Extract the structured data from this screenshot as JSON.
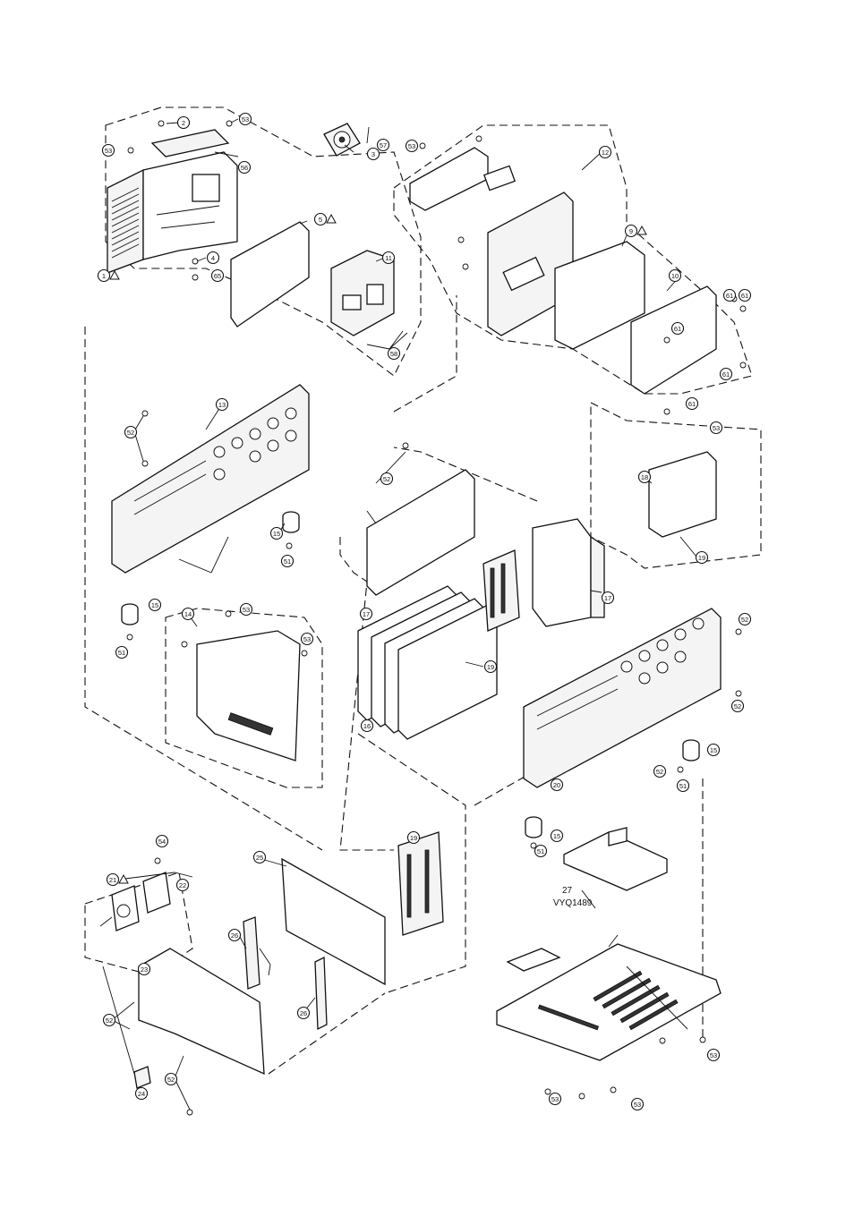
{
  "diagram": {
    "callouts": [
      {
        "id": "c1",
        "label": "1",
        "warn": true
      },
      {
        "id": "c2",
        "label": "2"
      },
      {
        "id": "c3",
        "label": "3"
      },
      {
        "id": "c4",
        "label": "4"
      },
      {
        "id": "c5",
        "label": "5",
        "warn": true
      },
      {
        "id": "c6",
        "label": "9",
        "warn": true
      },
      {
        "id": "c7",
        "label": "10"
      },
      {
        "id": "c8",
        "label": "11"
      },
      {
        "id": "c9",
        "label": "12"
      },
      {
        "id": "c10",
        "label": "13"
      },
      {
        "id": "c11",
        "label": "14"
      },
      {
        "id": "c12",
        "label": "15"
      },
      {
        "id": "c13",
        "label": "15"
      },
      {
        "id": "c14",
        "label": "15"
      },
      {
        "id": "c15",
        "label": "15"
      },
      {
        "id": "c16",
        "label": "16"
      },
      {
        "id": "c17",
        "label": "17"
      },
      {
        "id": "c18",
        "label": "17"
      },
      {
        "id": "c19",
        "label": "18"
      },
      {
        "id": "c20",
        "label": "19"
      },
      {
        "id": "c21",
        "label": "19"
      },
      {
        "id": "c22",
        "label": "19"
      },
      {
        "id": "c23",
        "label": "20"
      },
      {
        "id": "c24",
        "label": "21",
        "warn": true
      },
      {
        "id": "c25",
        "label": "22"
      },
      {
        "id": "c26",
        "label": "23"
      },
      {
        "id": "c27",
        "label": "24"
      },
      {
        "id": "c28",
        "label": "25"
      },
      {
        "id": "c29",
        "label": "26"
      },
      {
        "id": "c30",
        "label": "26"
      },
      {
        "id": "c31",
        "label": "51"
      },
      {
        "id": "c32",
        "label": "51"
      },
      {
        "id": "c33",
        "label": "51"
      },
      {
        "id": "c34",
        "label": "51"
      },
      {
        "id": "c35",
        "label": "52"
      },
      {
        "id": "c36",
        "label": "52"
      },
      {
        "id": "c37",
        "label": "52"
      },
      {
        "id": "c38",
        "label": "52"
      },
      {
        "id": "c39",
        "label": "52"
      },
      {
        "id": "c40",
        "label": "52"
      },
      {
        "id": "c41",
        "label": "52"
      },
      {
        "id": "c42",
        "label": "53"
      },
      {
        "id": "c43",
        "label": "53"
      },
      {
        "id": "c44",
        "label": "53"
      },
      {
        "id": "c45",
        "label": "53"
      },
      {
        "id": "c46",
        "label": "53"
      },
      {
        "id": "c47",
        "label": "53"
      },
      {
        "id": "c48",
        "label": "53"
      },
      {
        "id": "c49",
        "label": "53"
      },
      {
        "id": "c50",
        "label": "53"
      },
      {
        "id": "c51",
        "label": "54"
      },
      {
        "id": "c52",
        "label": "56"
      },
      {
        "id": "c53",
        "label": "57"
      },
      {
        "id": "c54",
        "label": "58"
      },
      {
        "id": "c55",
        "label": "61"
      },
      {
        "id": "c56",
        "label": "61"
      },
      {
        "id": "c57",
        "label": "61"
      },
      {
        "id": "c58",
        "label": "61"
      },
      {
        "id": "c59",
        "label": "61"
      },
      {
        "id": "c60",
        "label": "65"
      }
    ],
    "part_label_line1": "27",
    "part_label_line2": "VYQ1489"
  }
}
